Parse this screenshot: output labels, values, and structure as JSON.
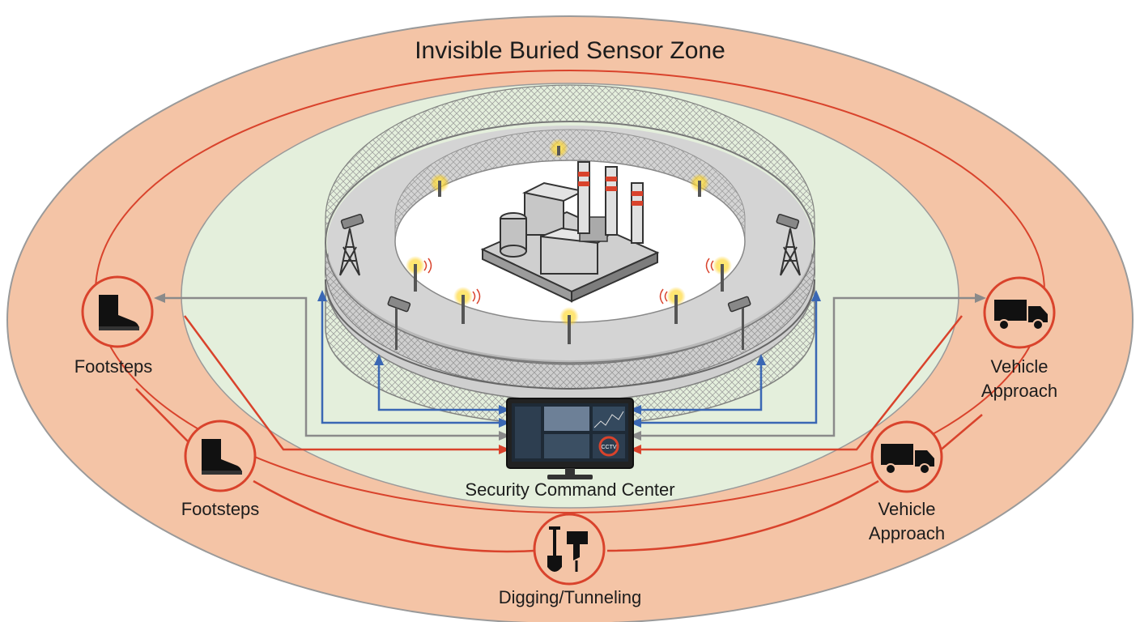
{
  "zone": {
    "title": "Invisible Buried Sensor Zone",
    "outer_color": "#f4c4a6",
    "inner_color": "#e4efdc",
    "line_red": "#d9432c",
    "line_blue": "#3a67b4",
    "line_gray": "#8a8a8a"
  },
  "detections": {
    "footsteps_top": "Footsteps",
    "footsteps_bottom": "Footsteps",
    "vehicle_top": "Vehicle Approach",
    "vehicle_bottom": "Vehicle Approach",
    "digging": "Digging/Tunneling"
  },
  "icons": {
    "boot": "boot-icon",
    "truck": "truck-icon",
    "dig": "shovel-drill-icon",
    "camera": "cctv-camera-icon",
    "tower": "lattice-tower-icon",
    "sensor": "glowing-sensor-icon",
    "facility": "industrial-plant-icon"
  },
  "command_center": {
    "label": "Security Command Center",
    "screen_badge": "CCTV"
  }
}
